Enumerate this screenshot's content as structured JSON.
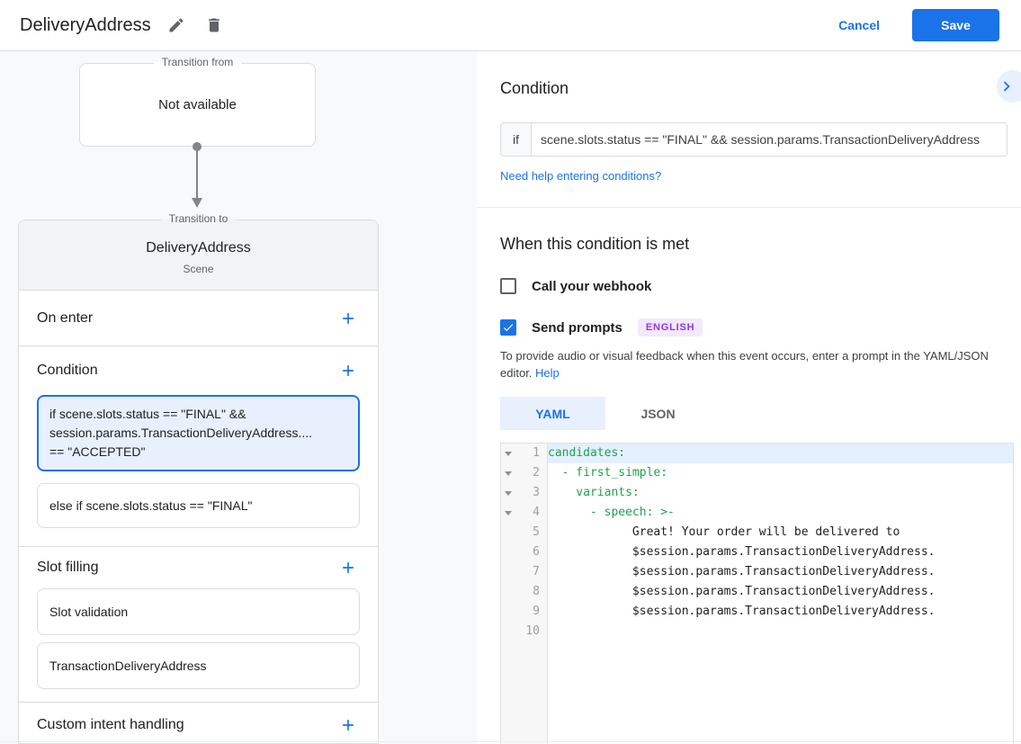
{
  "header": {
    "title": "DeliveryAddress",
    "cancel_label": "Cancel",
    "save_label": "Save"
  },
  "flow": {
    "transition_from": {
      "legend": "Transition from",
      "value": "Not available"
    },
    "transition_to": {
      "legend": "Transition to",
      "name": "DeliveryAddress",
      "type": "Scene",
      "on_enter_label": "On enter",
      "condition_label": "Condition",
      "condition_cards": {
        "selected_lines": [
          "if scene.slots.status == \"FINAL\" &&",
          "session.params.TransactionDeliveryAddress....",
          "== \"ACCEPTED\""
        ],
        "else_card": "else if scene.slots.status == \"FINAL\""
      },
      "slot_filling_label": "Slot filling",
      "slot_cards": [
        "Slot validation",
        "TransactionDeliveryAddress"
      ],
      "custom_intent_label": "Custom intent handling"
    }
  },
  "condition_panel": {
    "title": "Condition",
    "if_label": "if",
    "if_value": "scene.slots.status == \"FINAL\" && session.params.TransactionDeliveryAddress",
    "help_link": "Need help entering conditions?"
  },
  "when_met": {
    "title": "When this condition is met",
    "webhook_label": "Call your webhook",
    "prompts_label": "Send prompts",
    "language_badge": "ENGLISH",
    "description": "To provide audio or visual feedback when this event occurs, enter a prompt in the YAML/JSON editor.",
    "help_label": "Help"
  },
  "editor": {
    "tabs": {
      "yaml": "YAML",
      "json": "JSON"
    },
    "active_tab": "YAML",
    "lines": [
      {
        "num": "1",
        "text": "candidates:"
      },
      {
        "num": "2",
        "text": "  - first_simple:"
      },
      {
        "num": "3",
        "text": "    variants:"
      },
      {
        "num": "4",
        "text": "      - speech: >-"
      },
      {
        "num": "5",
        "text": "            Great! Your order will be delivered to"
      },
      {
        "num": "6",
        "text": "            $session.params.TransactionDeliveryAddress."
      },
      {
        "num": "7",
        "text": "            $session.params.TransactionDeliveryAddress."
      },
      {
        "num": "8",
        "text": "            $session.params.TransactionDeliveryAddress."
      },
      {
        "num": "9",
        "text": "            $session.params.TransactionDeliveryAddress."
      },
      {
        "num": "10",
        "text": ""
      }
    ]
  },
  "colors": {
    "accent_blue": "#1a73e8",
    "selected_card_bg": "#e8f0fe",
    "selected_card_border": "#1a73e8",
    "badge_bg": "#f3e8fd",
    "badge_text": "#9334e6",
    "yaml_key_green": "#22a14e",
    "save_button_bg": "#1a73e8"
  }
}
